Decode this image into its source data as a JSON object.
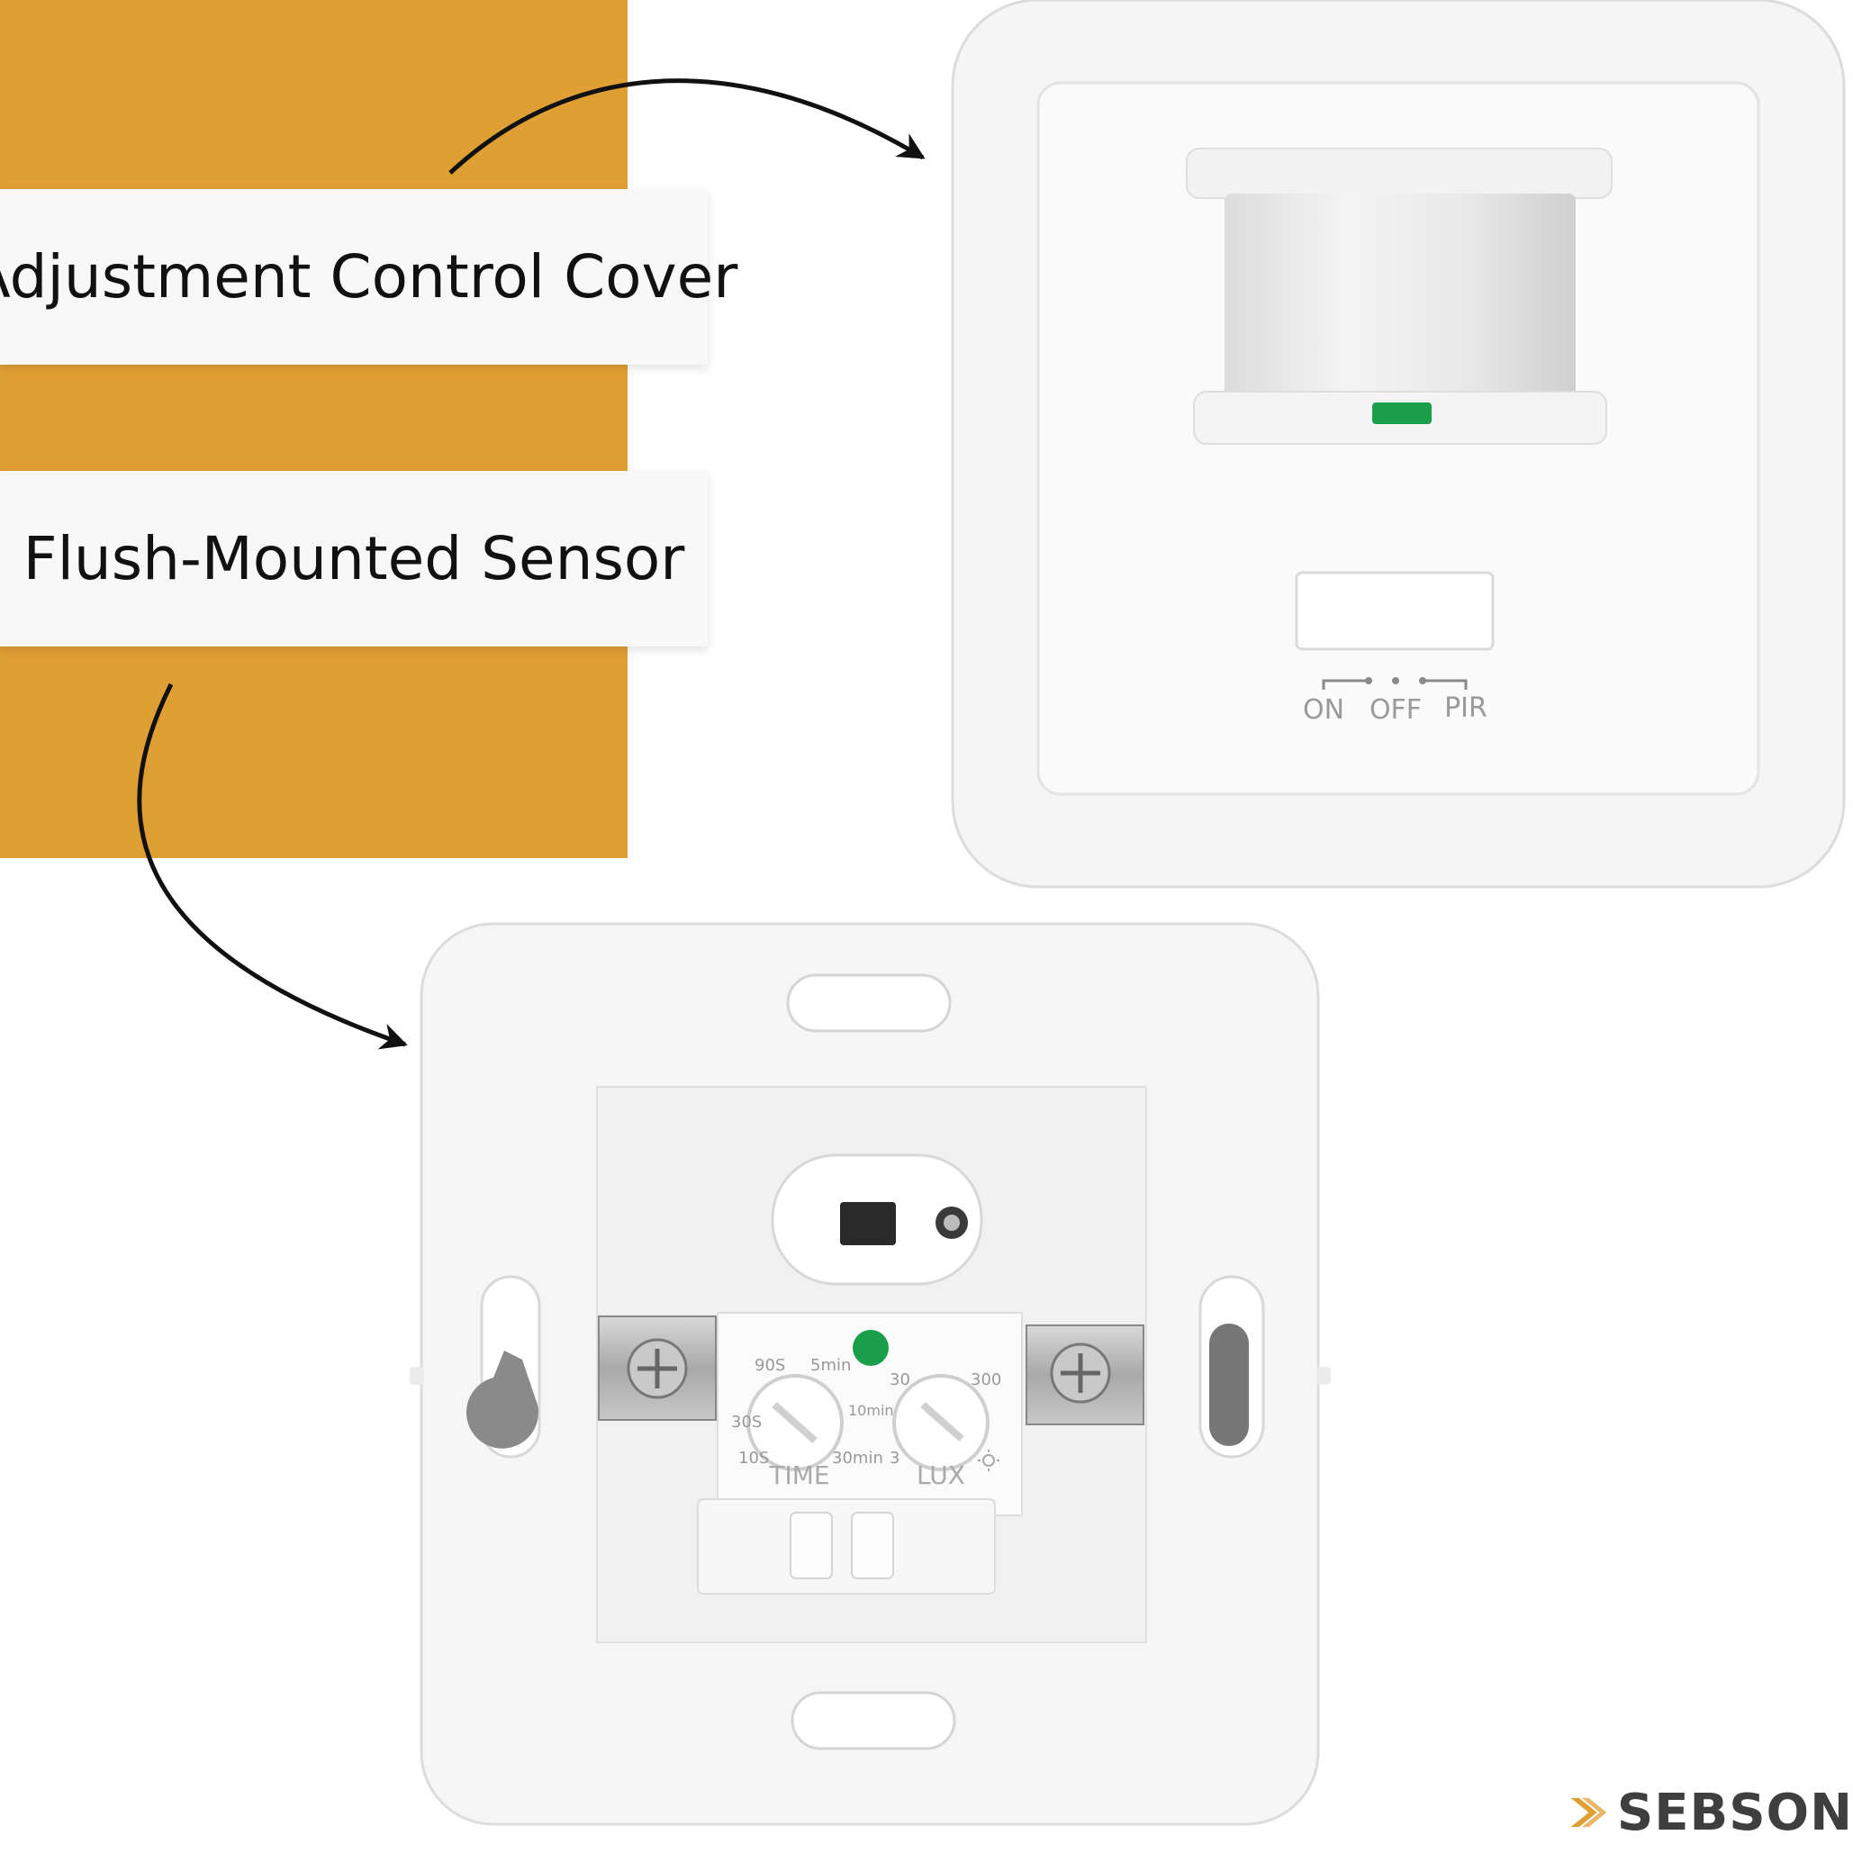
{
  "labels": {
    "cover": "Adjustment Control Cover",
    "sensor": "Flush-Mounted Sensor"
  },
  "cover_switch": {
    "on": "ON",
    "off": "OFF",
    "pir": "PIR"
  },
  "sensor_dials": {
    "time_label": "TIME",
    "time_ticks": [
      "10S",
      "30S",
      "90S",
      "5min",
      "10min",
      "30min"
    ],
    "lux_label": "LUX",
    "lux_ticks": [
      "3",
      "30",
      "300"
    ]
  },
  "brand": {
    "name": "SEBSON"
  },
  "colors": {
    "accent_orange": "#e09f34",
    "led_green": "#1a9e4a",
    "arrow": "#111111",
    "brand_text": "#3f3f3f",
    "brand_chevron": "#e09f34"
  }
}
